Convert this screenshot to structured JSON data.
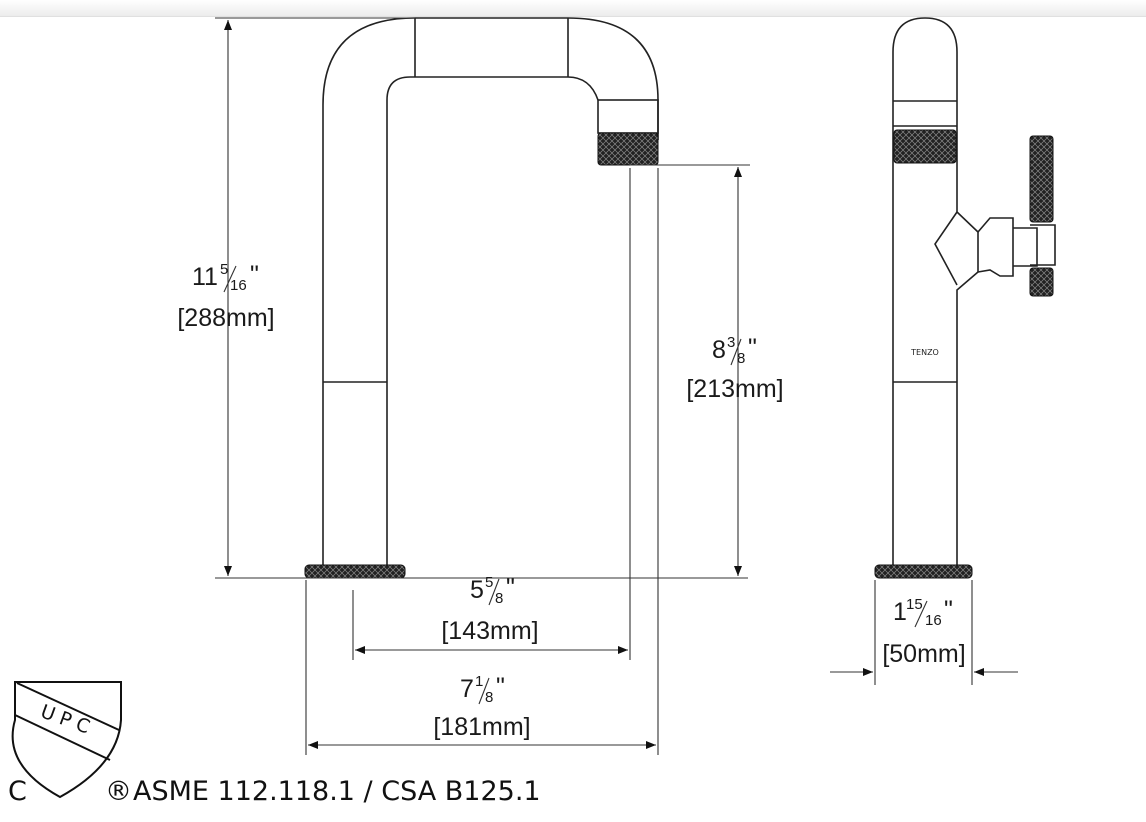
{
  "drawing": {
    "brand_mark": "TENZO",
    "dimensions": {
      "overall_height": {
        "whole": "11",
        "num": "5",
        "den": "16",
        "inch": "\"",
        "mm": "[288mm]"
      },
      "spout_height": {
        "whole": "8",
        "num": "3",
        "den": "8",
        "inch": "\"",
        "mm": "[213mm]"
      },
      "spout_reach": {
        "whole": "5",
        "num": "5",
        "den": "8",
        "inch": "\"",
        "mm": "[143mm]"
      },
      "overall_depth": {
        "whole": "7",
        "num": "1",
        "den": "8",
        "inch": "\"",
        "mm": "[181mm]"
      },
      "base_diameter": {
        "whole": "1",
        "num": "15",
        "den": "16",
        "inch": "\"",
        "mm": "[50mm]"
      }
    }
  },
  "certification": {
    "logo_text": "UPC",
    "c_mark": "C",
    "registered": "®",
    "standards": "ASME 112.118.1 / CSA B125.1"
  }
}
